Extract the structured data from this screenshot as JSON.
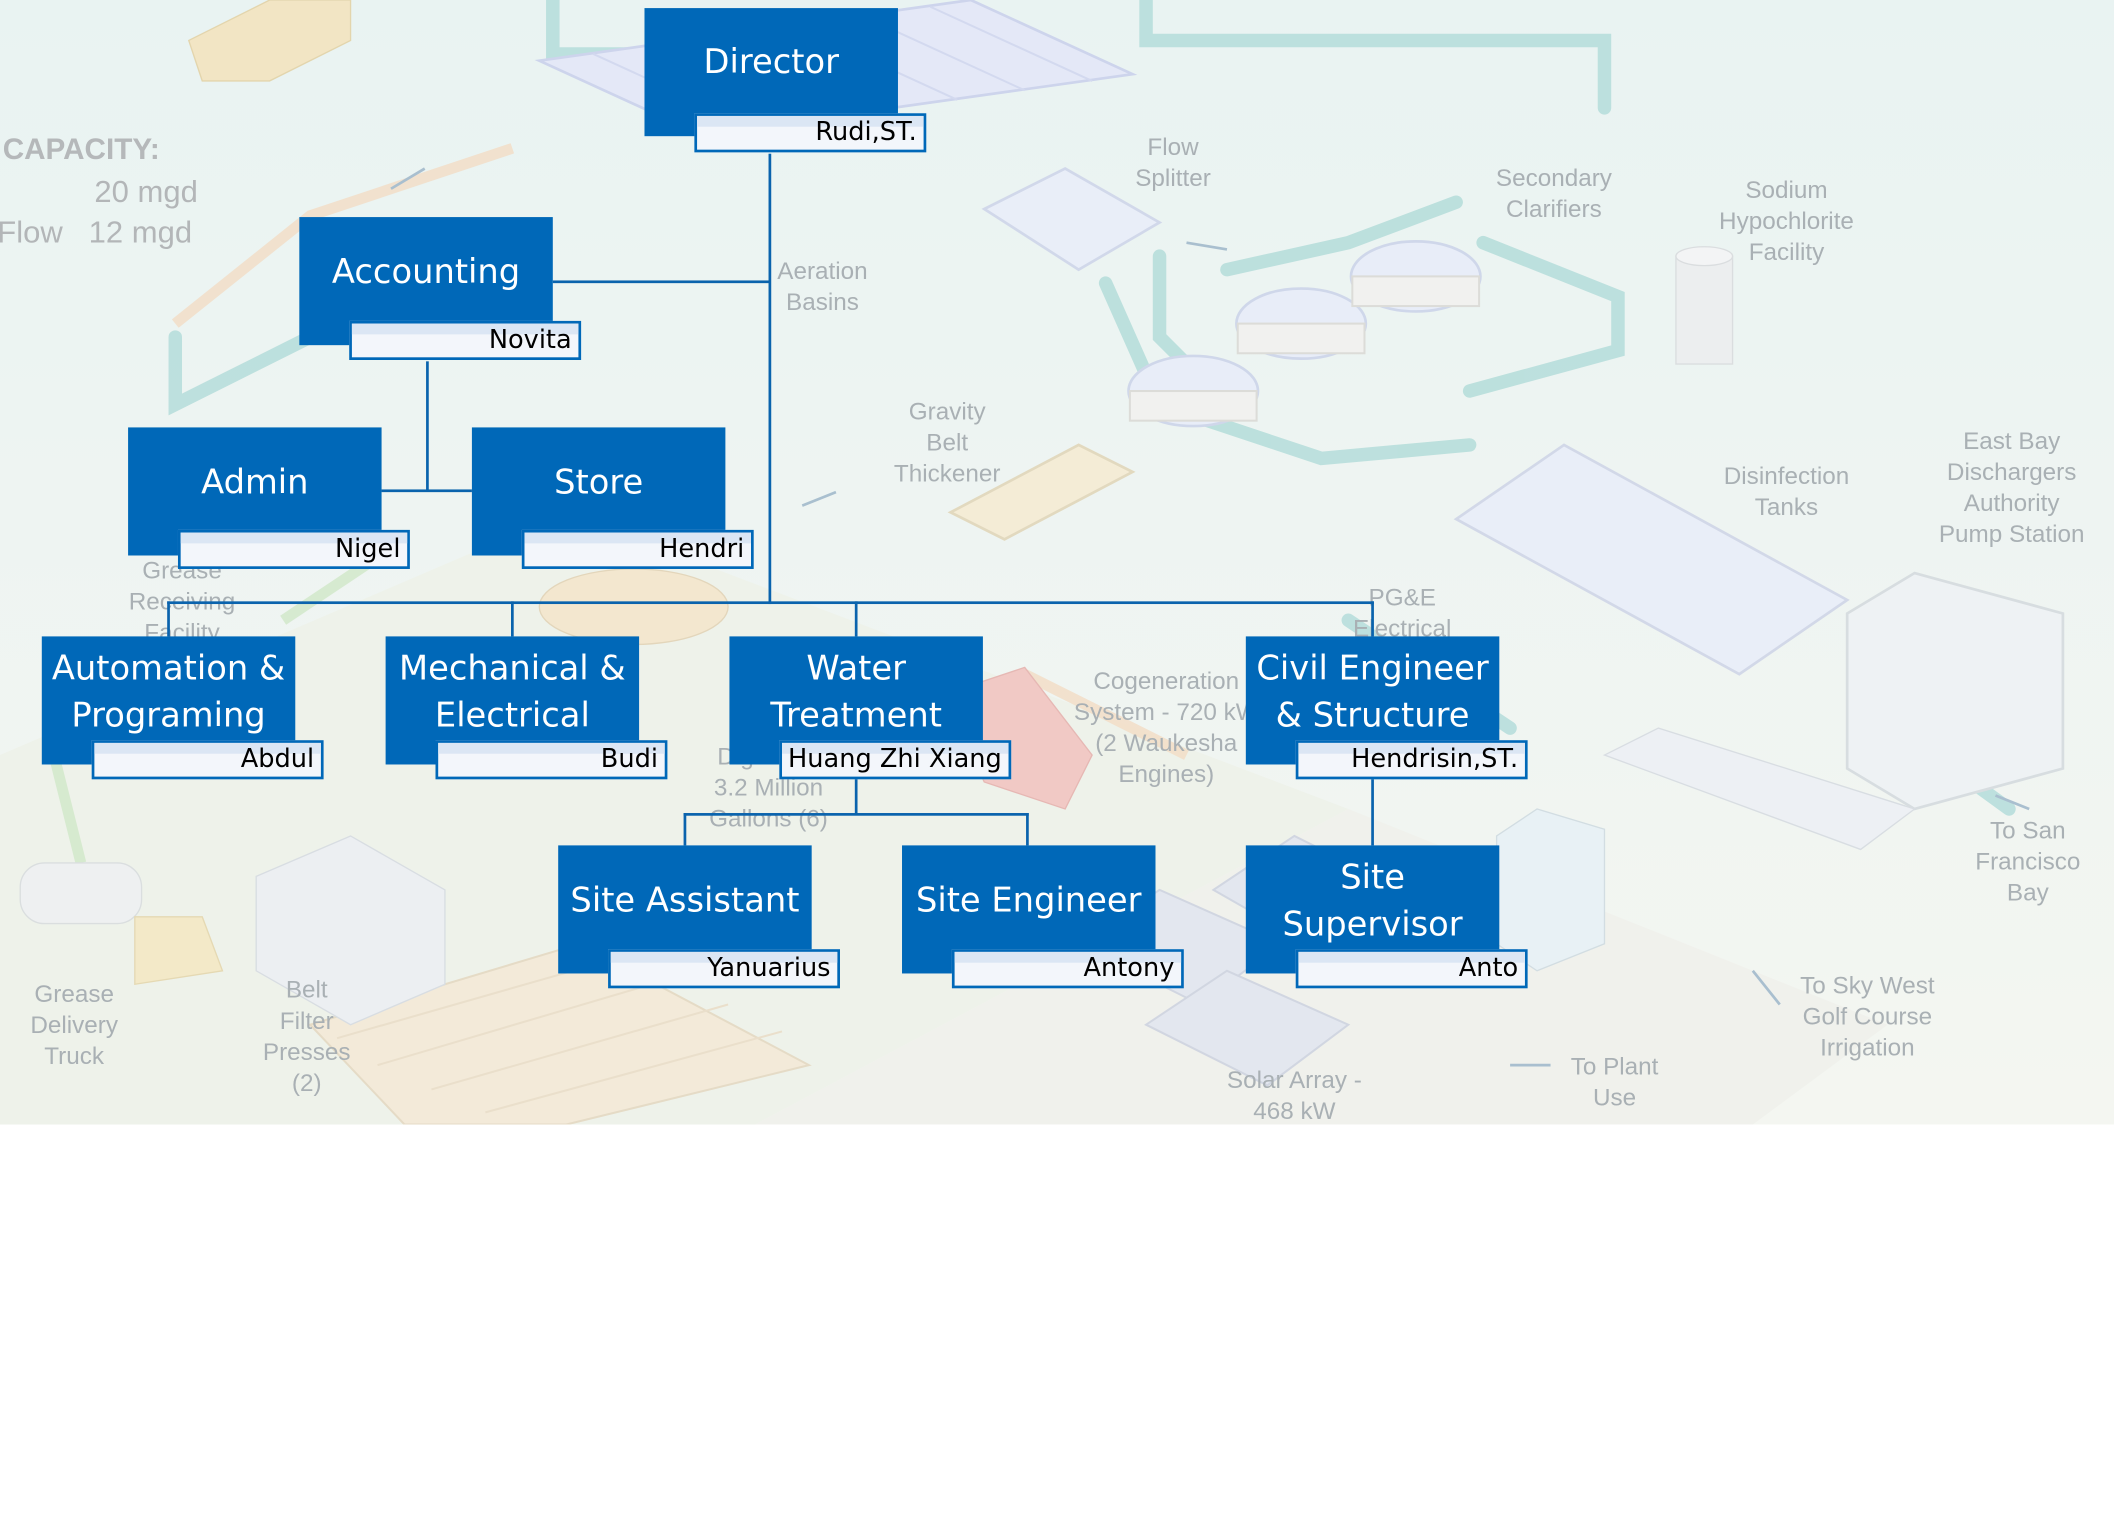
{
  "background": {
    "capacity": {
      "heading": "CAPACITY:",
      "line1": "20 mgd",
      "line2": "Flow   12 mgd"
    },
    "labels": [
      "Aeration\nBasins",
      "Flow\nSplitter",
      "Secondary\nClarifiers",
      "Sodium\nHypochlorite\nFacility",
      "Gravity\nBelt\nThickener",
      "Disinfection\nTanks",
      "East Bay\nDischargers\nAuthority\nPump Station",
      "Grease\nReceiving\nFacility",
      "PG&E\nElectrical",
      "Cogeneration\nSystem - 720 kW\n(2 Waukesha\nEngines)",
      "Digesters\n3.2 Million\nGallons (6)",
      "To San\nFrancisco\nBay",
      "Grease\nDelivery\nTruck",
      "Belt\nFilter\nPresses\n(2)",
      "To Sky West\nGolf Course\nIrrigation",
      "Solar Array -\n468 kW",
      "To Plant\nUse"
    ]
  },
  "org": {
    "director": {
      "title": "Director",
      "name": "Rudi,ST."
    },
    "accounting": {
      "title": "Accounting",
      "name": "Novita"
    },
    "admin": {
      "title": "Admin",
      "name": "Nigel"
    },
    "store": {
      "title": "Store",
      "name": "Hendri"
    },
    "automation": {
      "title": "Automation &\nPrograming",
      "name": "Abdul"
    },
    "mechanical": {
      "title": "Mechanical &\nElectrical",
      "name": "Budi"
    },
    "water": {
      "title": "Water\nTreatment",
      "name": "Huang Zhi Xiang"
    },
    "civil": {
      "title": "Civil Engineer\n& Structure",
      "name": "Hendrisin,ST."
    },
    "site_assistant": {
      "title": "Site Assistant",
      "name": "Yanuarius"
    },
    "site_engineer": {
      "title": "Site Engineer",
      "name": "Antony"
    },
    "site_supervisor": {
      "title": "Site\nSupervisor",
      "name": "Anto"
    }
  },
  "colors": {
    "box": "#0068b8",
    "line": "#0a63ad",
    "name_fill": "#f3f6fb"
  }
}
